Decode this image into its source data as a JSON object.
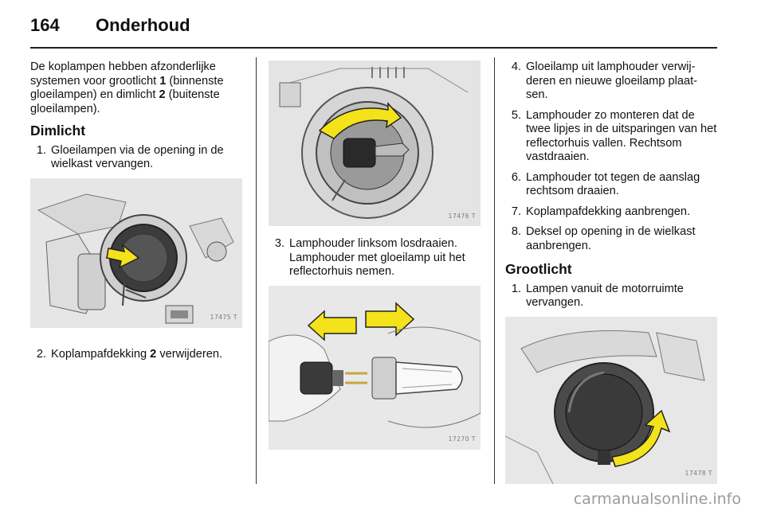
{
  "header": {
    "page_number": "164",
    "chapter": "Onderhoud"
  },
  "col1": {
    "intro_pre1": "De koplampen hebben afzonderlijke systemen voor grootlicht ",
    "intro_num1": "1",
    "intro_mid": " (binnenste gloeilampen) en dimlicht ",
    "intro_num2": "2",
    "intro_post": " (buitenste gloeilampen).",
    "heading": "Dimlicht",
    "step1_num": "1.",
    "step1_text": "Gloeilampen via de opening in de wielkast vervangen.",
    "fig1_code": "17475 T",
    "step2_num": "2.",
    "step2_pre": "Koplampafdekking ",
    "step2_bold": "2",
    "step2_post": " verwijderen."
  },
  "col2": {
    "fig2_code": "17476 T",
    "step3_num": "3.",
    "step3_text": "Lamphouder linksom losdraaien. Lamphouder met gloeilamp uit het reflectorhuis nemen.",
    "fig3_code": "17270 T"
  },
  "col3": {
    "steps": [
      {
        "num": "4.",
        "text": "Gloeilamp uit lamphouder verwij-deren en nieuwe gloeilamp plaat-sen."
      },
      {
        "num": "5.",
        "text": "Lamphouder zo monteren dat de twee lipjes in de uitsparingen van het reflectorhuis vallen. Rechtsom vastdraaien."
      },
      {
        "num": "6.",
        "text": "Lamphouder tot tegen de aanslag rechtsom draaien."
      },
      {
        "num": "7.",
        "text": "Koplampafdekking aanbrengen."
      },
      {
        "num": "8.",
        "text": "Deksel op opening in de wielkast aanbrengen."
      }
    ],
    "heading": "Grootlicht",
    "gstep1_num": "1.",
    "gstep1_text": "Lampen vanuit de motorruimte vervangen.",
    "fig4_code": "17478 T"
  },
  "watermark": "carmanualsonline.info",
  "colors": {
    "arrow_yellow": "#f4e21a",
    "figure_bg": "#e9e9e9"
  },
  "icons": [
    "headlamp-cover-illustration",
    "bulb-holder-rotate-illustration",
    "bulb-remove-illustration",
    "engine-bay-headlamp-illustration"
  ]
}
